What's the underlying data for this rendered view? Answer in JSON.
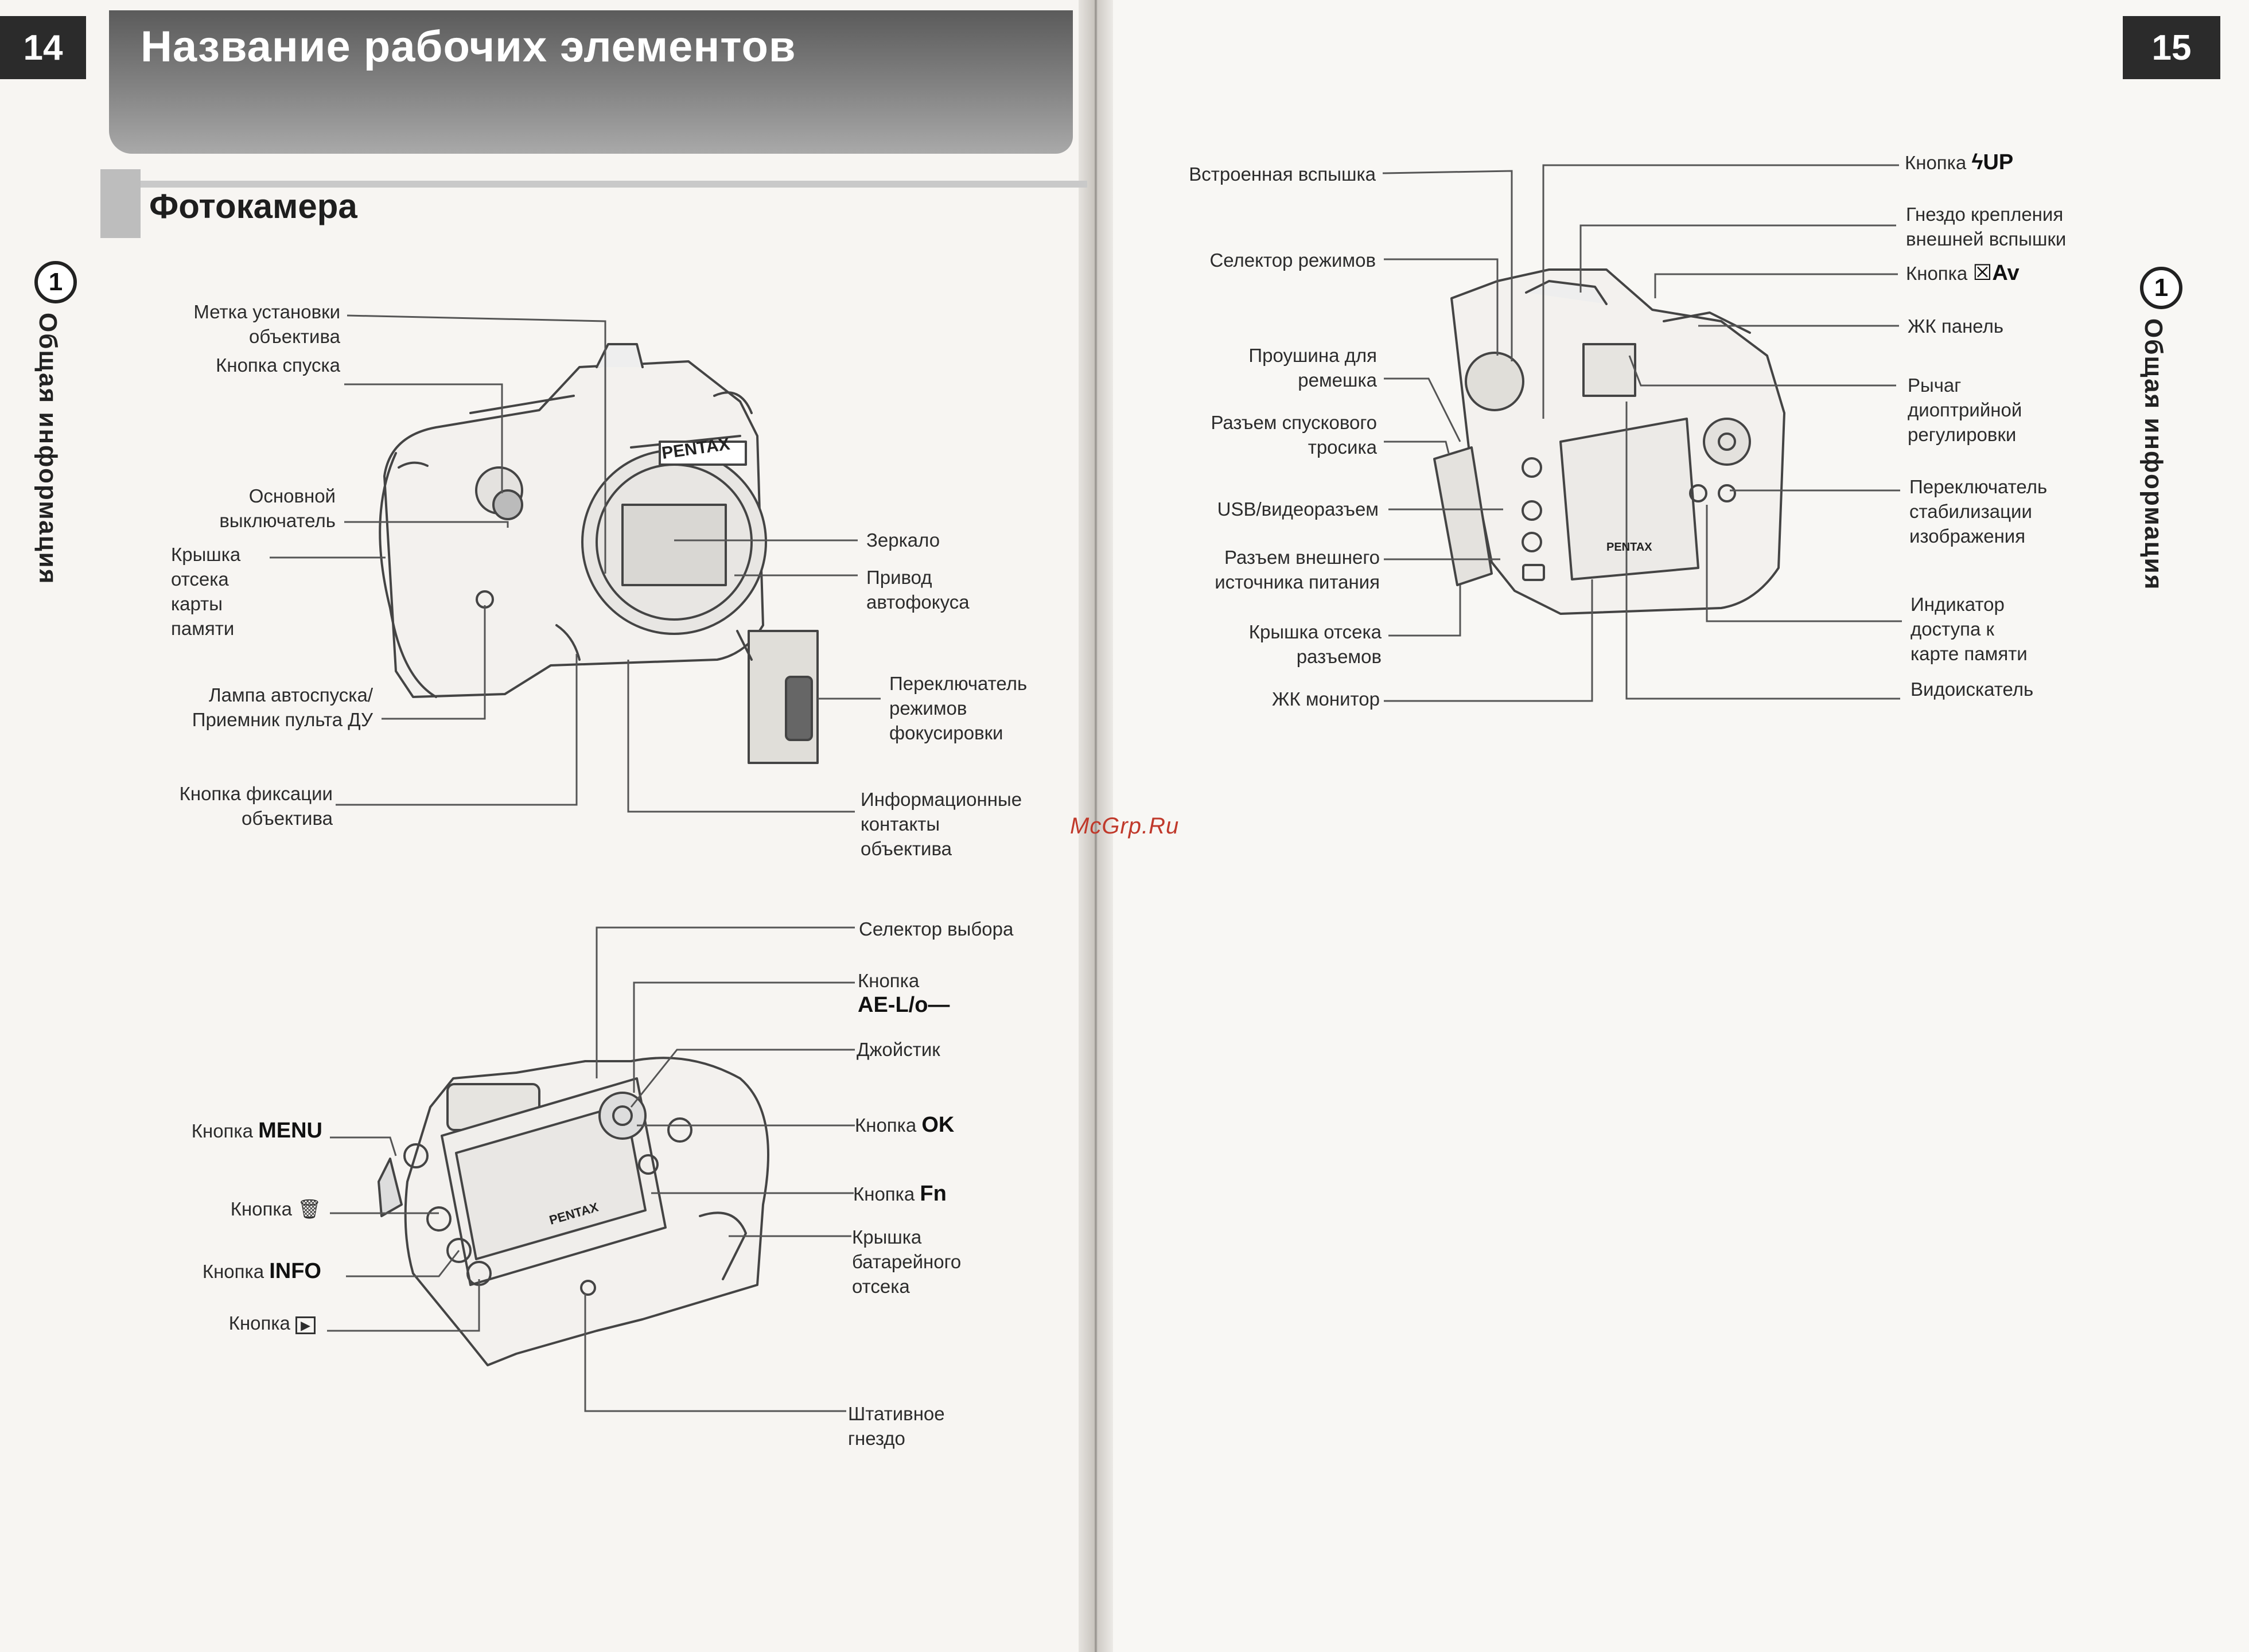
{
  "left_page": {
    "page_number": "14",
    "title": "Название рабочих элементов",
    "section": "Фотокамера",
    "chapter": {
      "number": "1",
      "name": "Общая информация"
    },
    "front_labels": {
      "mount_index": "Метка установки\nобъектива",
      "shutter_button": "Кнопка спуска",
      "main_switch": "Основной\nвыключатель",
      "card_cover": "Крышка\nотсека\nкарты\nпамяти",
      "self_timer_lamp": "Лампа автоспуска/\nПриемник пульта ДУ",
      "lens_unlock": "Кнопка фиксации\nобъектива",
      "mirror": "Зеркало",
      "af_coupler": "Привод\nавтофокуса",
      "focus_mode": "Переключатель\nрежимов\nфокусировки",
      "lens_contacts": "Информационные\nконтакты\nобъектива",
      "camera_brand": "PENTAX"
    },
    "back_labels": {
      "menu_prefix": "Кнопка",
      "menu_name": "MENU",
      "delete_prefix": "Кнопка",
      "delete_icon": "🗑",
      "info_prefix": "Кнопка",
      "info_name": "INFO",
      "play_prefix": "Кнопка",
      "play_icon": "▶",
      "e_dial": "Селектор выбора",
      "ael_prefix": "Кнопка",
      "ael_name": "AE-L/о—",
      "joystick": "Джойстик",
      "ok_prefix": "Кнопка",
      "ok_name": "OK",
      "fn_prefix": "Кнопка",
      "fn_name": "Fn",
      "battery_cover": "Крышка\nбатарейного\nотсека",
      "tripod": "Штативное\nгнездо",
      "camera_brand": "PENTAX"
    }
  },
  "right_page": {
    "page_number": "15",
    "chapter": {
      "number": "1",
      "name": "Общая информация"
    },
    "labels": {
      "builtin_flash": "Встроенная вспышка",
      "mode_dial": "Селектор режимов",
      "strap_lug": "Проушина для\nремешка",
      "cable_release": "Разъем спускового\nтросика",
      "usb_video": "USB/видеоразъем",
      "dc_input": "Разъем внешнего\nисточника питания",
      "terminal_cover": "Крышка отсека\nразъемов",
      "lcd_monitor": "ЖК монитор",
      "flash_up_prefix": "Кнопка",
      "flash_up_name": "ϟUP",
      "hot_shoe": "Гнездо крепления\nвнешней вспышки",
      "ev_prefix": "Кнопка",
      "ev_name": "☒Av",
      "lcd_panel": "ЖК панель",
      "diopter": "Рычаг\nдиоптрийной\nрегулировки",
      "sr_switch": "Переключатель\nстабилизации\nизображения",
      "card_access": "Индикатор\nдоступа к\nкарте памяти",
      "viewfinder": "Видоискатель",
      "camera_brand": "PENTAX"
    }
  },
  "watermark": "McGrp.Ru"
}
